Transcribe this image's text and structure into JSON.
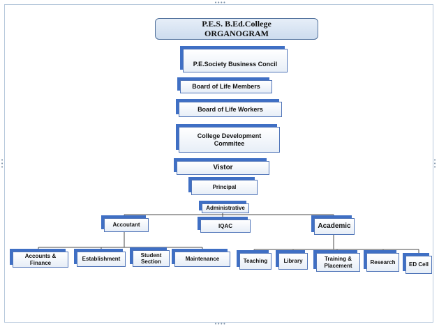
{
  "title": "P.E.S. B.Ed.College\nORGANOGRAM",
  "nodes": {
    "business_council": "P.E.Society Business Concil",
    "board_life_members": "Board of Life Members",
    "board_life_workers": "Board of Life Workers",
    "college_development": "College Development\nCommitee",
    "visitor": "Vistor",
    "principal": "Principal",
    "administrative": "Administrative",
    "accountant": "Accoutant",
    "iqac": "IQAC",
    "academic": "Academic",
    "accounts_finance": "Accounts  &\nFinance",
    "establishment": "Establishment",
    "student_section": "Student\nSection",
    "maintenance": "Maintenance",
    "teaching": "Teaching",
    "library": "Library",
    "training_placement": "Training &\nPlacement",
    "research": "Research",
    "ed_cell": "ED Cell"
  },
  "colors": {
    "accent": "#3f6fc4",
    "border": "#4f74b8",
    "frame": "#b7c9dc"
  }
}
